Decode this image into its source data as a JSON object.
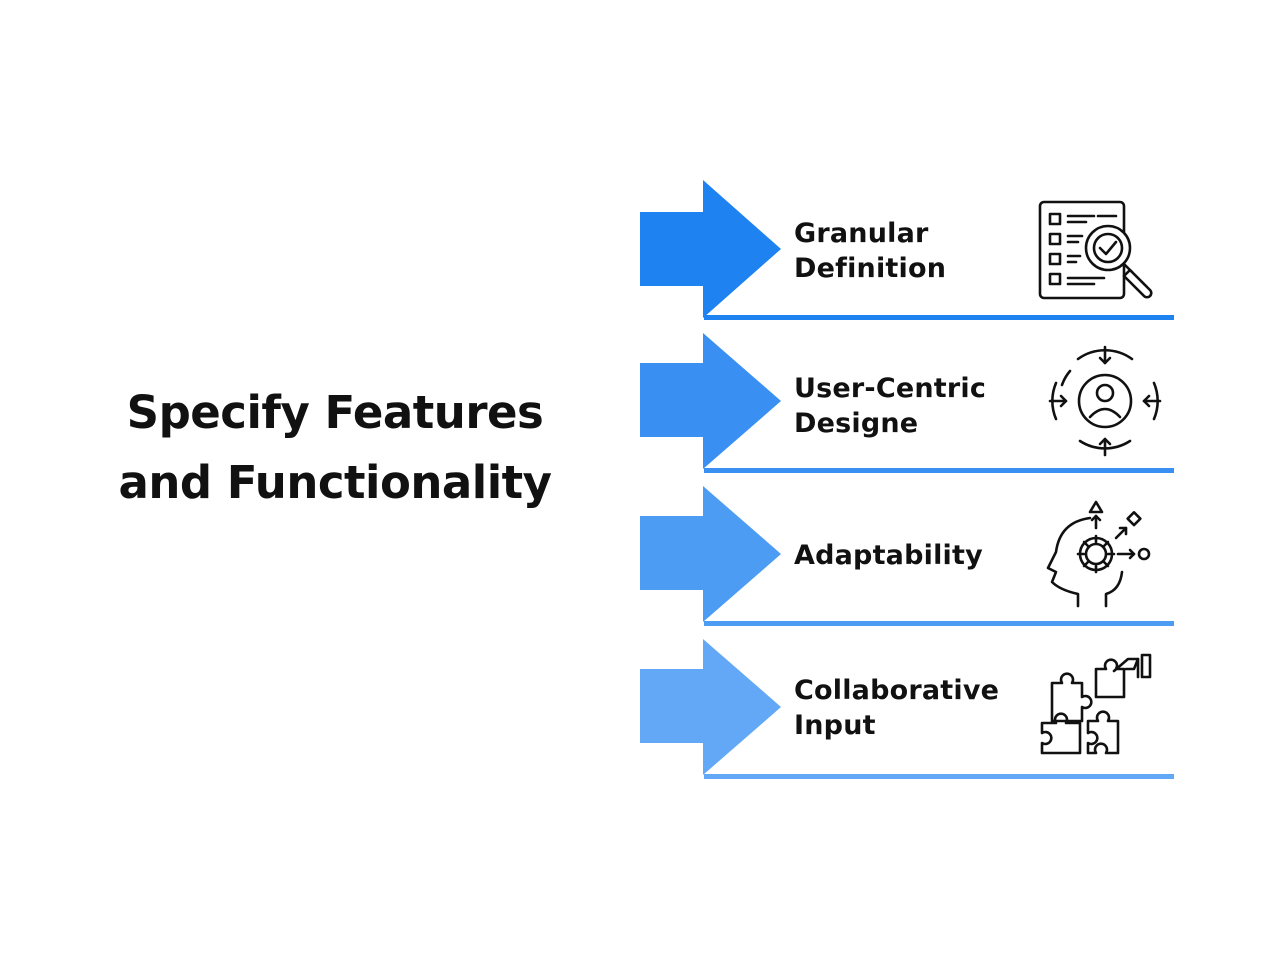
{
  "title": {
    "line1": "Specify Features",
    "line2": "and Functionality"
  },
  "items": [
    {
      "line1": "Granular",
      "line2": "Definition",
      "icon": "checklist-magnifier-icon",
      "color": "#1e82f0"
    },
    {
      "line1": "User-Centric",
      "line2": "Designe",
      "icon": "user-cycle-icon",
      "color": "#3a8ff2"
    },
    {
      "line1": "Adaptability",
      "line2": "",
      "icon": "head-gear-icon",
      "color": "#4d9cf4"
    },
    {
      "line1": "Collaborative",
      "line2": "Input",
      "icon": "puzzle-hand-icon",
      "color": "#62a8f6"
    }
  ]
}
